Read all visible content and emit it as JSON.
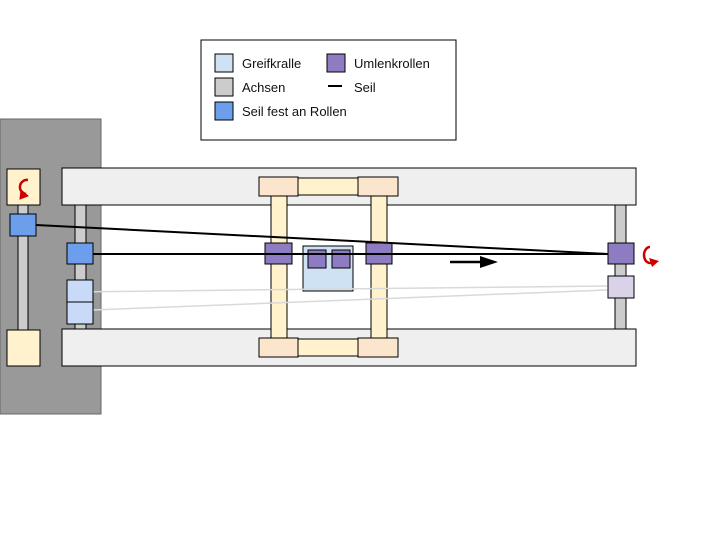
{
  "legend": {
    "items": [
      {
        "label": "Greifkralle",
        "swatch": "box",
        "color": "#cfe2f3"
      },
      {
        "label": "Umlenkrollen",
        "swatch": "box",
        "color": "#8e7cc3"
      },
      {
        "label": "Achsen",
        "swatch": "box",
        "color": "#cccccc"
      },
      {
        "label": "Seil",
        "swatch": "line",
        "color": "#000000"
      },
      {
        "label": "Seil fest an Rollen",
        "swatch": "box",
        "color": "#6d9eeb"
      }
    ]
  },
  "colors": {
    "wall": "#999999",
    "rail": "#efefef",
    "carriage": "#fff2cc",
    "corner": "#fce5cd",
    "axle": "#cccccc",
    "rope": "#000000",
    "rope_light": "#d9d9d9",
    "rotation_arrow": "#cc0000",
    "claw": "#cfe2f3",
    "pulley": "#8e7cc3",
    "fixed_roller": "#6d9eeb",
    "fixed_roller_faded": "#c9daf8",
    "pulley_faded": "#d9d2e9"
  },
  "icons": {
    "motion": "arrow-right-icon",
    "rotation": "rotation-arrow-icon"
  }
}
